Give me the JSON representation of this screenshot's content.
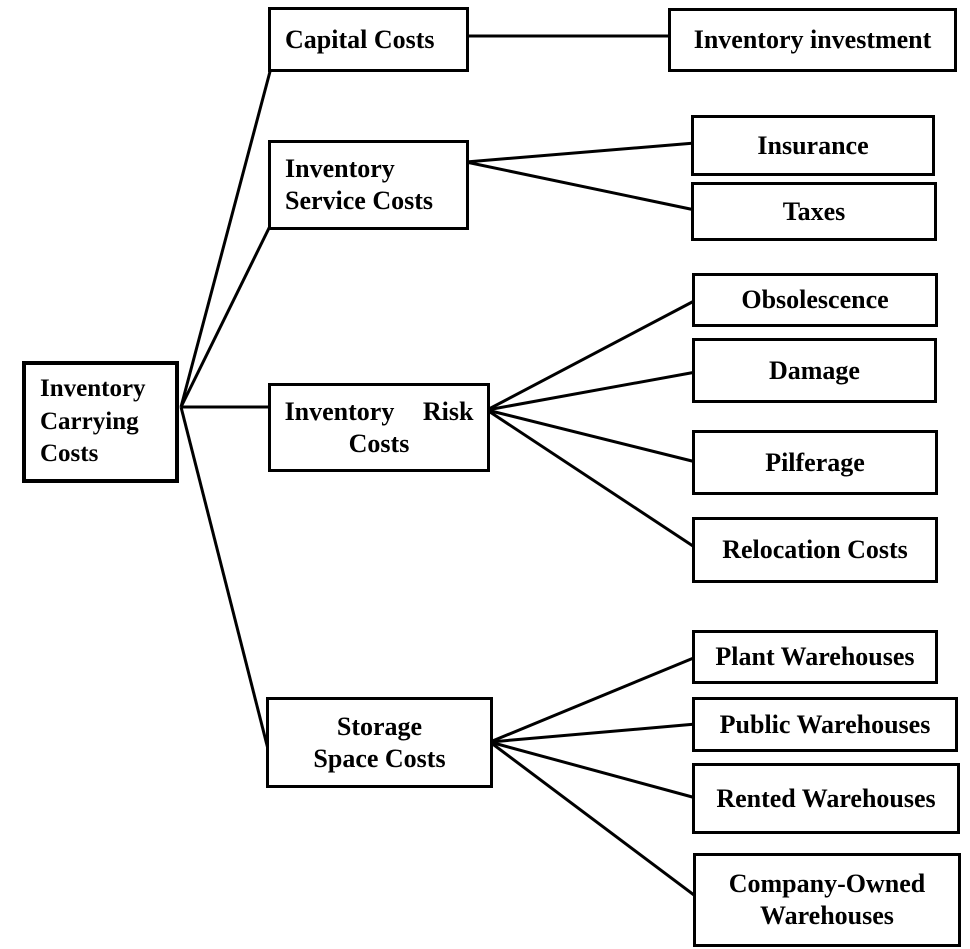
{
  "diagram": {
    "title": "Inventory Carrying Costs hierarchy",
    "colors": {
      "background": "#ffffff",
      "line": "#000000",
      "box_border": "#000000",
      "text": "#000000"
    },
    "root": {
      "label": "Inventory\nCarrying\nCosts"
    },
    "branches": [
      {
        "label": "Capital Costs",
        "children": [
          "Inventory investment"
        ]
      },
      {
        "label": "Inventory\nService Costs",
        "children": [
          "Insurance",
          "Taxes"
        ]
      },
      {
        "label": "Inventory Risk\nCosts",
        "children": [
          "Obsolescence",
          "Damage",
          "Pilferage",
          "Relocation Costs"
        ]
      },
      {
        "label": "Storage\nSpace Costs",
        "children": [
          "Plant Warehouses",
          "Public Warehouses",
          "Rented Warehouses",
          "Company-Owned\nWarehouses"
        ]
      }
    ]
  }
}
